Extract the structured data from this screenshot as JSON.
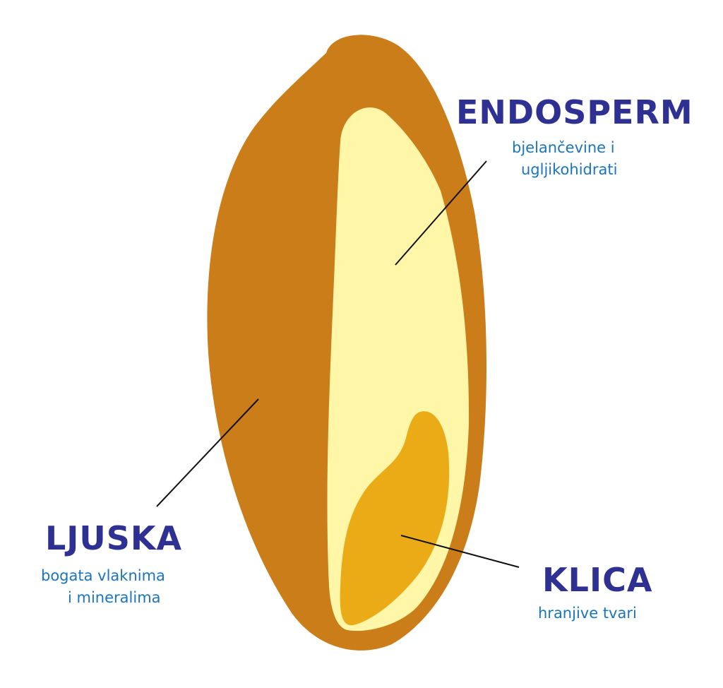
{
  "labels": {
    "endosperm": {
      "title": "ENDOSPERM",
      "line1": "bjelančevine i",
      "line2": "ugljikohidrati"
    },
    "ljuska": {
      "title": "LJUSKA",
      "line1": "bogata vlaknima",
      "line2": "i mineralima"
    },
    "klica": {
      "title": "KLICA",
      "line1": "hranjive tvari"
    }
  },
  "colors": {
    "husk": "#cb7d1a",
    "endosperm": "#fff6a8",
    "germ": "#ebab17",
    "title": "#2e3192",
    "subtitle": "#1b75bb",
    "leader": "#111111"
  }
}
